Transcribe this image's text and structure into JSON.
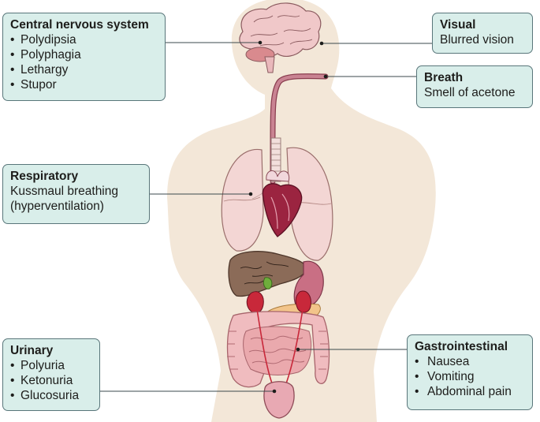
{
  "boxes": {
    "cns": {
      "title": "Central nervous system",
      "items": [
        "Polydipsia",
        "Polyphagia",
        "Lethargy",
        "Stupor"
      ]
    },
    "visual": {
      "title": "Visual",
      "lines": [
        "Blurred vision"
      ]
    },
    "breath": {
      "title": "Breath",
      "lines": [
        "Smell of acetone"
      ]
    },
    "respiratory": {
      "title": "Respiratory",
      "lines": [
        "Kussmaul breathing",
        "(hyperventilation)"
      ]
    },
    "urinary": {
      "title": "Urinary",
      "items": [
        "Polyuria",
        "Ketonuria",
        "Glucosuria"
      ]
    },
    "gastrointestinal": {
      "title": "Gastrointestinal",
      "items": [
        "Nausea",
        "Vomiting",
        "Abdominal pain"
      ]
    }
  },
  "colors": {
    "body_silhouette": "#f3e7d8",
    "box_fill": "#d9eeea",
    "box_border": "#59767a",
    "connector_line": "#3b4a4c",
    "brain": "#f0c8c9",
    "lungs": "#f3d6d4",
    "heart": "#9b2440",
    "liver": "#8b6b58",
    "kidney": "#c8283a",
    "intestine": "#f0bcbf",
    "esophagus": "#b86878",
    "bladder": "#e8a9b3",
    "pancreas": "#f2c48a"
  }
}
